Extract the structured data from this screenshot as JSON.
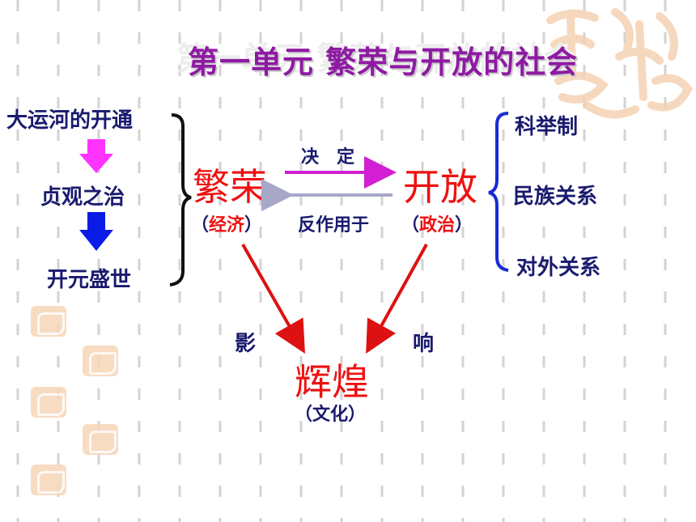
{
  "title": "第一单元 繁荣与开放的社会",
  "left_chain": {
    "item1": "大运河的开通",
    "item2": "贞观之治",
    "item3": "开元盛世"
  },
  "center": {
    "prosperity": "繁荣",
    "prosperity_note_open": "（",
    "prosperity_note": "经济",
    "prosperity_note_close": "）",
    "openness": "开放",
    "openness_note_open": "（",
    "openness_note": "政治",
    "openness_note_close": "）",
    "decides": "决　定",
    "reacts": "反作用于",
    "influence_left": "影",
    "influence_right": "响",
    "splendor": "辉煌",
    "splendor_note": "（文化）"
  },
  "right_list": {
    "item1": "科举制",
    "item2": "民族关系",
    "item3": "对外关系"
  },
  "colors": {
    "title": "#8e1aa3",
    "text": "#1a1a6e",
    "red": "#ee1111",
    "magenta_arrow": "#d11fd1",
    "grey_arrow": "#a7a7c7",
    "blue_arrow": "#0a1be6",
    "pink_arrow": "#ff33ff"
  }
}
